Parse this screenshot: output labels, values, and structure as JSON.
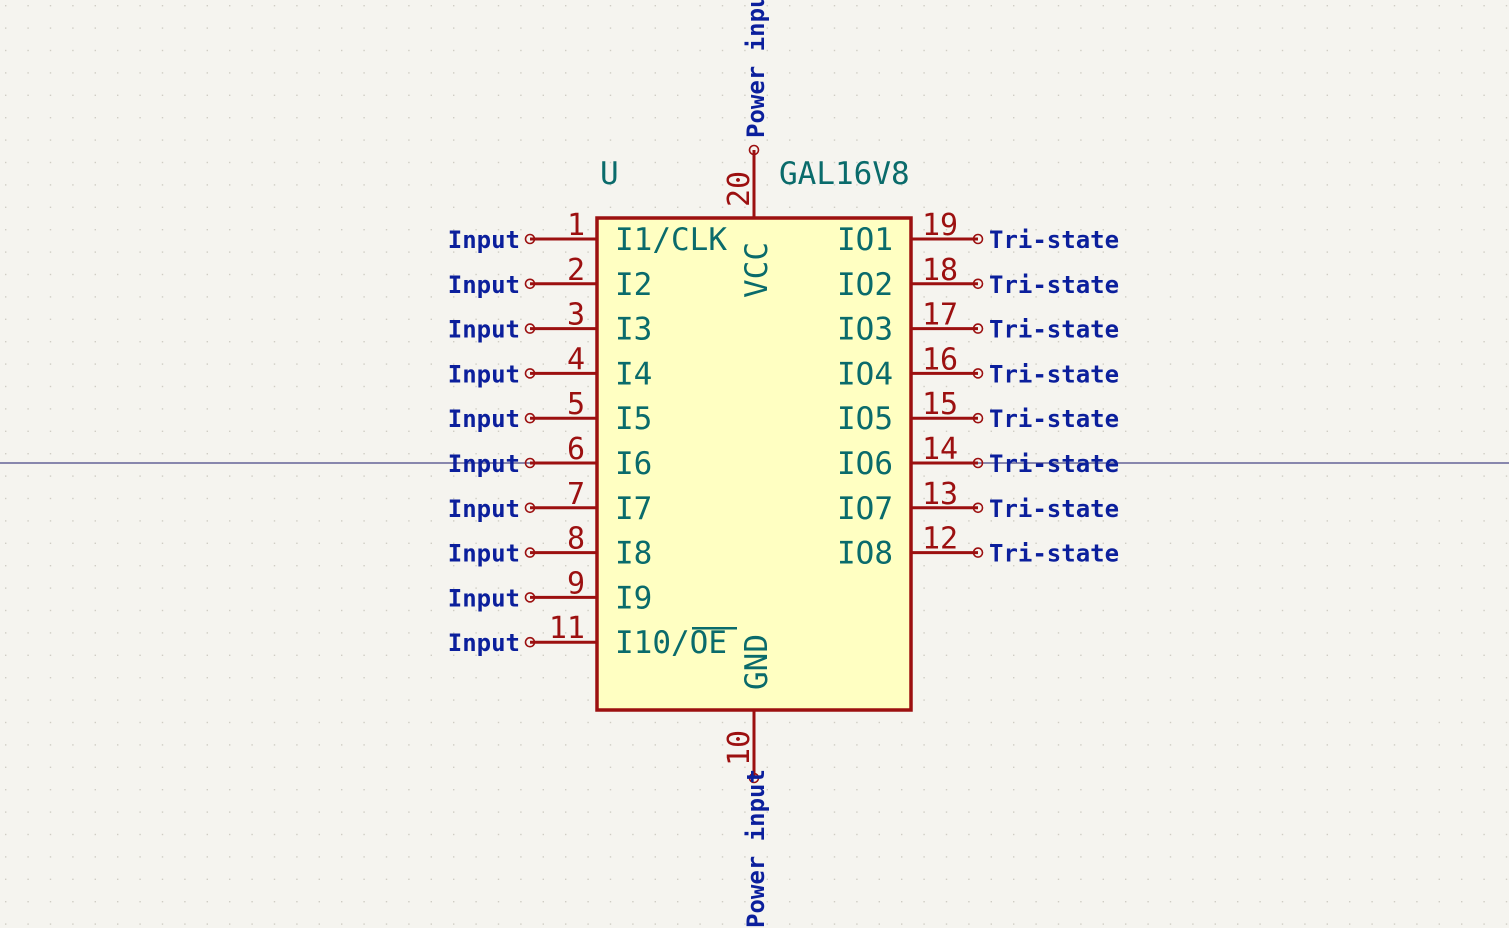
{
  "component": {
    "reference": "U",
    "value": "GAL16V8",
    "colors": {
      "body_fill": "#ffffc2",
      "outline": "#9c1010",
      "pin_number": "#9c1010",
      "pin_name": "#0a6b6b",
      "electrical_type": "#0b1f9c",
      "background": "#f5f4ef"
    },
    "left_pins": [
      {
        "number": "1",
        "name": "I1/CLK",
        "type": "Input"
      },
      {
        "number": "2",
        "name": "I2",
        "type": "Input"
      },
      {
        "number": "3",
        "name": "I3",
        "type": "Input"
      },
      {
        "number": "4",
        "name": "I4",
        "type": "Input"
      },
      {
        "number": "5",
        "name": "I5",
        "type": "Input"
      },
      {
        "number": "6",
        "name": "I6",
        "type": "Input"
      },
      {
        "number": "7",
        "name": "I7",
        "type": "Input"
      },
      {
        "number": "8",
        "name": "I8",
        "type": "Input"
      },
      {
        "number": "9",
        "name": "I9",
        "type": "Input"
      },
      {
        "number": "11",
        "name": "I10/",
        "name_overbar": "OE",
        "type": "Input"
      }
    ],
    "right_pins": [
      {
        "number": "19",
        "name": "IO1",
        "type": "Tri-state"
      },
      {
        "number": "18",
        "name": "IO2",
        "type": "Tri-state"
      },
      {
        "number": "17",
        "name": "IO3",
        "type": "Tri-state"
      },
      {
        "number": "16",
        "name": "IO4",
        "type": "Tri-state"
      },
      {
        "number": "15",
        "name": "IO5",
        "type": "Tri-state"
      },
      {
        "number": "14",
        "name": "IO6",
        "type": "Tri-state"
      },
      {
        "number": "13",
        "name": "IO7",
        "type": "Tri-state"
      },
      {
        "number": "12",
        "name": "IO8",
        "type": "Tri-state"
      }
    ],
    "top_pin": {
      "number": "20",
      "name": "VCC",
      "type": "Power input"
    },
    "bottom_pin": {
      "number": "10",
      "name": "GND",
      "type": "Power input"
    }
  }
}
